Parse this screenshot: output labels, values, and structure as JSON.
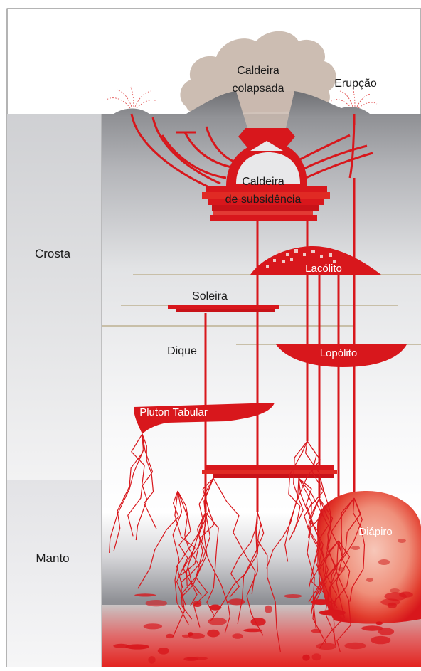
{
  "zones": {
    "crust": "Crosta",
    "mantle": "Manto"
  },
  "labels": {
    "caldera_collapsed_1": "Caldeira",
    "caldera_collapsed_2": "colapsada",
    "eruption": "Erupção",
    "subsidence_1": "Caldeira",
    "subsidence_2": "de subsidência",
    "laccolith": "Lacólito",
    "sill": "Soleira",
    "dike": "Dique",
    "lopolith": "Lopólito",
    "tabular_pluton": "Pluton Tabular",
    "diapir": "Diápiro"
  },
  "colors": {
    "magma": "#d8171c",
    "magma_dark": "#b50f14",
    "ash_cloud": "#c9b8ae",
    "crust_panel": "#dcdcde",
    "strata_line": "#c8bfa8"
  }
}
